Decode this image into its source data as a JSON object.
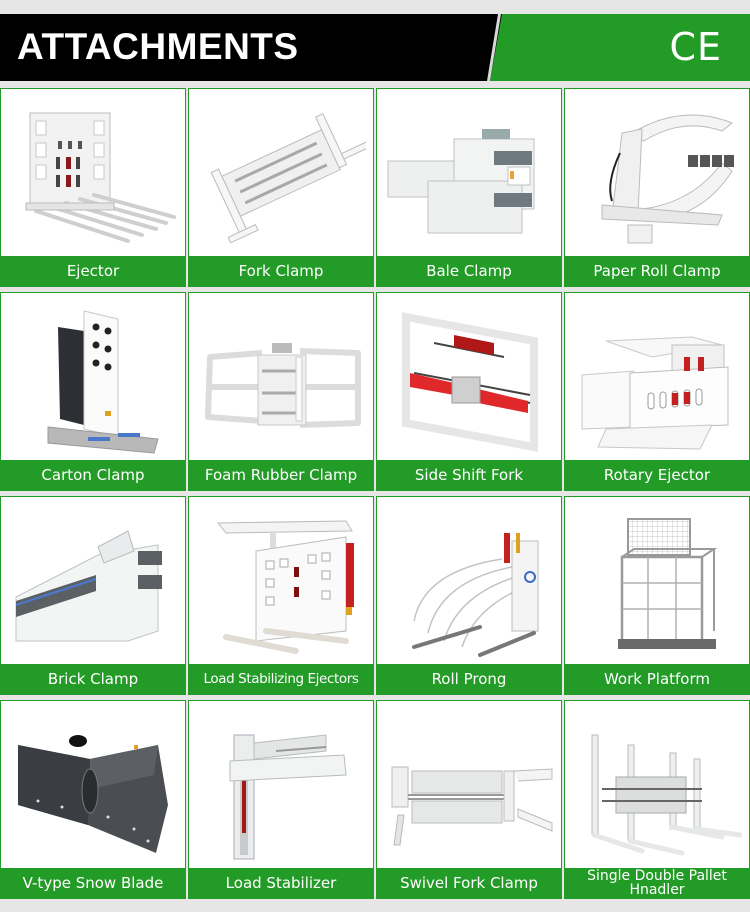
{
  "header": {
    "title": "ATTACHMENTS",
    "certification_mark": "CE",
    "colors": {
      "banner_bg": "#000000",
      "accent_green": "#239b27",
      "page_bg": "#e6e6e6"
    }
  },
  "products": [
    {
      "label": "Ejector",
      "icon": "ejector-image"
    },
    {
      "label": "Fork Clamp",
      "icon": "fork-clamp-image"
    },
    {
      "label": "Bale Clamp",
      "icon": "bale-clamp-image"
    },
    {
      "label": "Paper Roll Clamp",
      "icon": "paper-roll-clamp-image"
    },
    {
      "label": "Carton Clamp",
      "icon": "carton-clamp-image"
    },
    {
      "label": "Foam Rubber Clamp",
      "icon": "foam-rubber-clamp-image"
    },
    {
      "label": "Side Shift Fork",
      "icon": "side-shift-fork-image"
    },
    {
      "label": "Rotary Ejector",
      "icon": "rotary-ejector-image"
    },
    {
      "label": "Brick Clamp",
      "icon": "brick-clamp-image"
    },
    {
      "label": "Load Stabilizing Ejectors",
      "icon": "load-stabilizing-ejectors-image"
    },
    {
      "label": "Roll Prong",
      "icon": "roll-prong-image"
    },
    {
      "label": "Work Platform",
      "icon": "work-platform-image"
    },
    {
      "label": "V-type Snow Blade",
      "icon": "v-type-snow-blade-image"
    },
    {
      "label": "Load Stabilizer",
      "icon": "load-stabilizer-image"
    },
    {
      "label": "Swivel Fork Clamp",
      "icon": "swivel-fork-clamp-image"
    },
    {
      "label": "Single Double Pallet Hnadler",
      "icon": "single-double-pallet-handler-image"
    }
  ]
}
